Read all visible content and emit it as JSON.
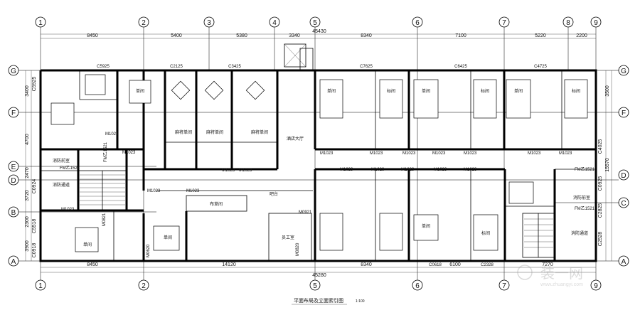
{
  "axes_top": [
    "1",
    "2",
    "3",
    "4",
    "5",
    "6",
    "7",
    "8",
    "9"
  ],
  "axes_side": [
    "G",
    "F",
    "E",
    "D",
    "C",
    "B",
    "A"
  ],
  "dims_top": [
    "8450",
    "5400",
    "5380",
    "3340",
    "8340",
    "7100",
    "5220",
    "2200"
  ],
  "dims_top_total": "45430",
  "dims_bottom": [
    "8450",
    "14120",
    "8340",
    "6100",
    "7270"
  ],
  "dims_bottom_total": "45280",
  "dims_left": [
    "3400",
    "4700",
    "2470",
    "3720",
    "2300",
    "3900"
  ],
  "dims_right": [
    "3500",
    "15570"
  ],
  "openings": {
    "top": [
      "C5925",
      "C2125",
      "C3425",
      "C7625",
      "C6425",
      "C4725"
    ],
    "bottom": [
      "C0618",
      "C2328"
    ],
    "left": [
      "C5925",
      "C0924",
      "C5518",
      "C0918"
    ],
    "right": [
      "C4025",
      "C0925",
      "C2825",
      "C2528"
    ]
  },
  "doors": [
    "M1023",
    "M1023",
    "M1023",
    "M1023",
    "M1023",
    "M1023",
    "M1023",
    "M1023",
    "M1023",
    "M1023",
    "M1023",
    "M1023",
    "M1023",
    "M1023",
    "M1023",
    "M1023",
    "M1023",
    "M1023",
    "M1023",
    "M0921",
    "M0821",
    "M0620",
    "M0820",
    "FM乙1521",
    "FM乙1521",
    "FM乙1521",
    "FM乙1521"
  ],
  "rooms": {
    "single": "单间",
    "standard": "标间",
    "chess_single": "麻将单间",
    "fire_room": "消防前室",
    "fire_corridor": "消防通道",
    "linen": "布草间",
    "bar": "吧台",
    "staff": "员工室",
    "hall": "酒店大厅"
  },
  "caption": "平面布局及立面索引图",
  "scale": "1:100",
  "watermark": "www.zhuangyi.com"
}
